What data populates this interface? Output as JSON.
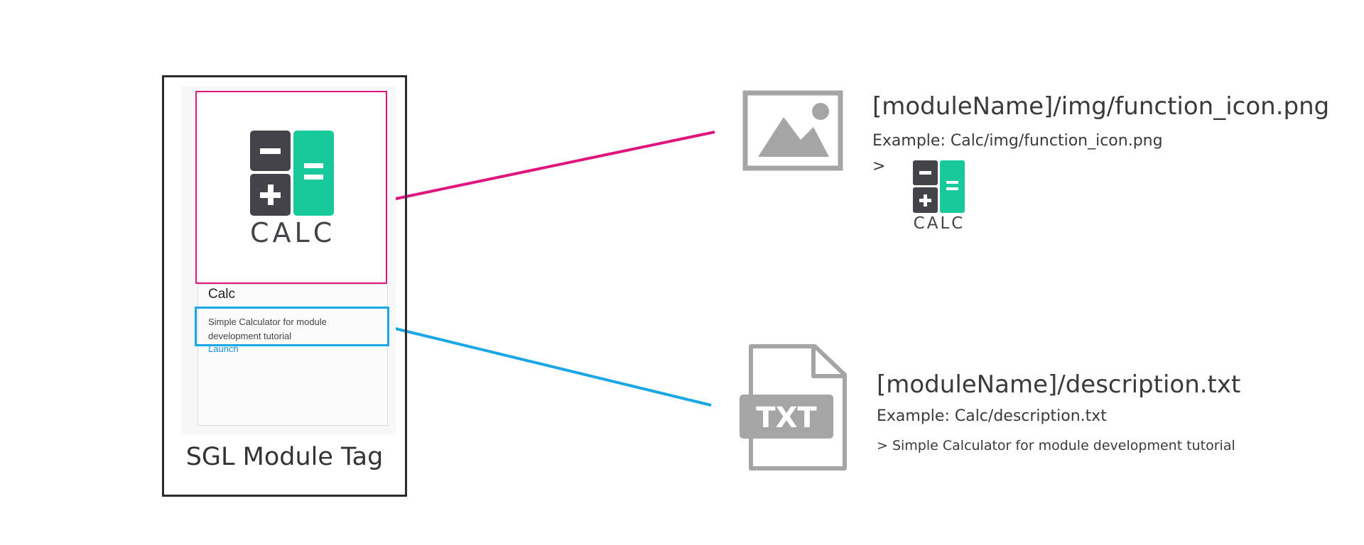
{
  "module_tag": {
    "card_title": "Calc",
    "card_description": "Simple Calculator for module development tutorial",
    "launch_label": "Launch",
    "caption": "SGL Module Tag",
    "logo_word": "CALC",
    "logo_minus": "−",
    "logo_plus": "+",
    "logo_equals": "="
  },
  "icon_mapping": {
    "path": "[moduleName]/img/function_icon.png",
    "example": "Example: Calc/img/function_icon.png",
    "arrow": ">",
    "file_icon": "image-file-icon"
  },
  "description_mapping": {
    "path": "[moduleName]/description.txt",
    "example": "Example: Calc/description.txt",
    "output": "> Simple Calculator for module development tutorial",
    "file_icon": "txt-file-icon",
    "file_label": "TXT"
  },
  "colors": {
    "icon_highlight": "#e0147d",
    "description_highlight": "#1aa7e6",
    "logo_dark": "#434349",
    "logo_green": "#18c99b",
    "file_icon_gray": "#a5a5a5",
    "link": "#1a8fd4"
  }
}
